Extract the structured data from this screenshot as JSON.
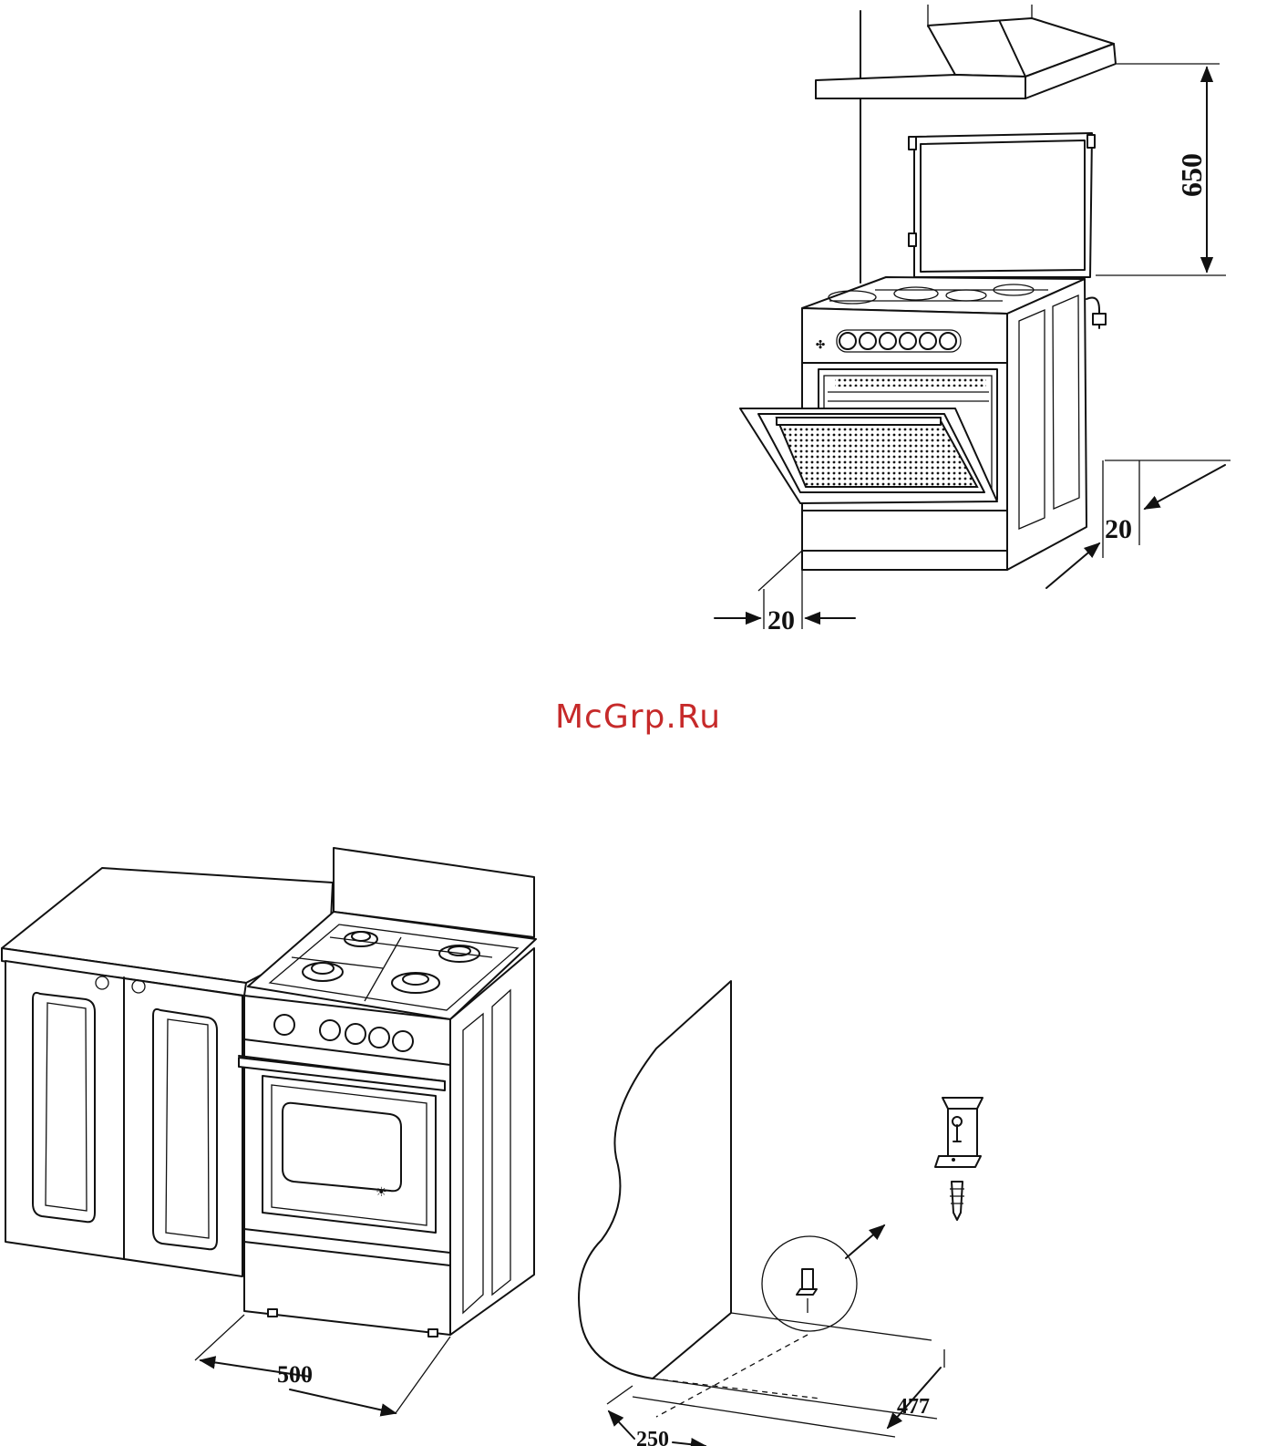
{
  "watermark": "McGrp.Ru",
  "top_figure": {
    "dim_hood_height": "650",
    "dim_side_clearance": "20",
    "dim_front_clearance": "20"
  },
  "bottom_figure": {
    "dim_stove_width": "500"
  },
  "bracket_figure": {
    "dim_wall_offset": "477",
    "dim_side_offset": "250"
  }
}
